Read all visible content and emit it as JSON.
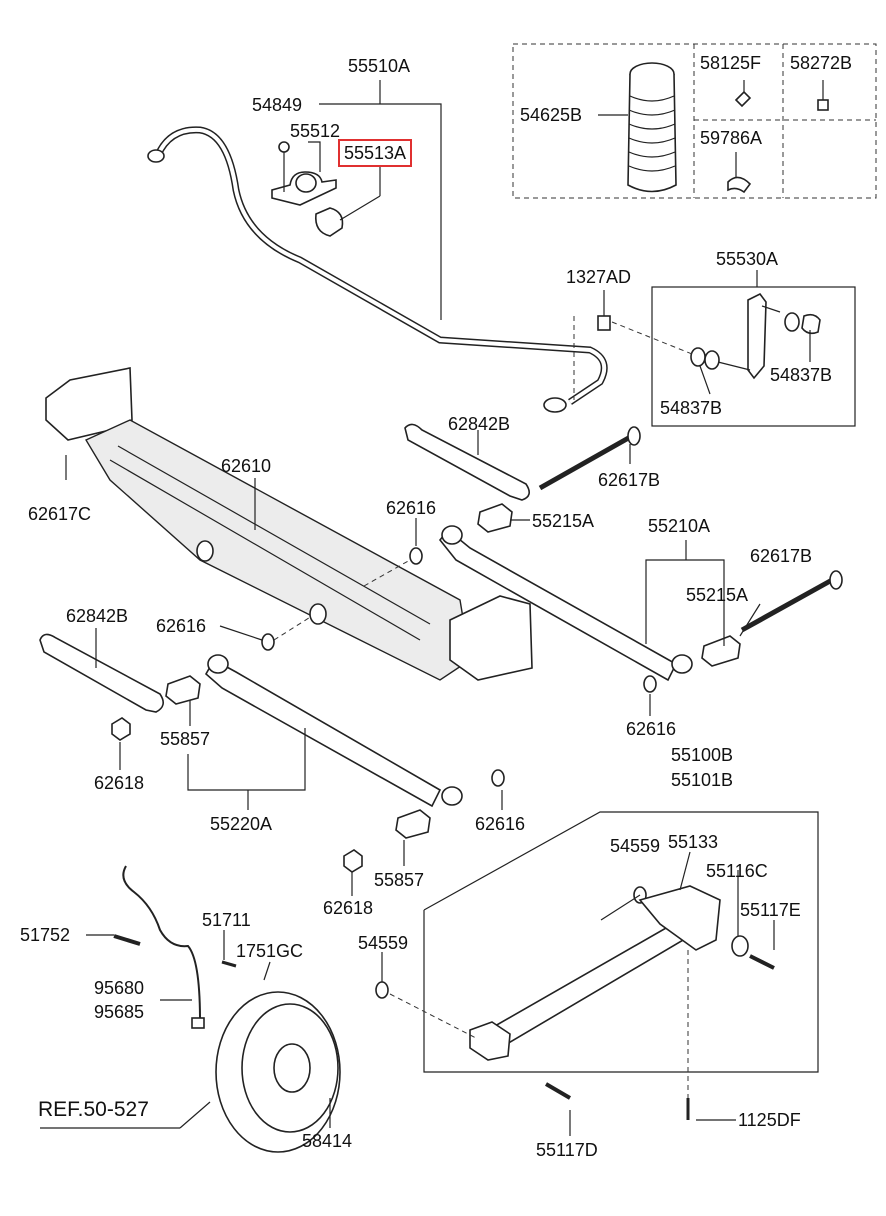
{
  "diagram": {
    "highlight_color": "#e03030",
    "labels": {
      "p55510A": "55510A",
      "p54849": "54849",
      "p55512": "55512",
      "p55513A": "55513A",
      "p54625B": "54625B",
      "p58125F": "58125F",
      "p58272B": "58272B",
      "p59786A": "59786A",
      "p1327AD": "1327AD",
      "p55530A": "55530A",
      "p54837B_right": "54837B",
      "p54837B_lower": "54837B",
      "p62842B_top": "62842B",
      "p62617B_top": "62617B",
      "p62610": "62610",
      "p62617C": "62617C",
      "p62616_a": "62616",
      "p55215A_top": "55215A",
      "p55210A": "55210A",
      "p62617B_right": "62617B",
      "p55215A_right": "55215A",
      "p62842B_left": "62842B",
      "p62616_b": "62616",
      "p55857_a": "55857",
      "p62618_a": "62618",
      "p62616_c": "62616",
      "p55220A": "55220A",
      "p62616_d": "62616",
      "p55857_b": "55857",
      "p55100B": "55100B",
      "p55101B": "55101B",
      "p62618_b": "62618",
      "p54559_top": "54559",
      "p55133": "55133",
      "p55116C": "55116C",
      "p55117E": "55117E",
      "p51752": "51752",
      "p51711": "51711",
      "p1751GC": "1751GC",
      "p54559_left": "54559",
      "p95680": "95680",
      "p95685": "95685",
      "ref": "REF.50-527",
      "p58414": "58414",
      "p55117D": "55117D",
      "p1125DF": "1125DF"
    }
  }
}
